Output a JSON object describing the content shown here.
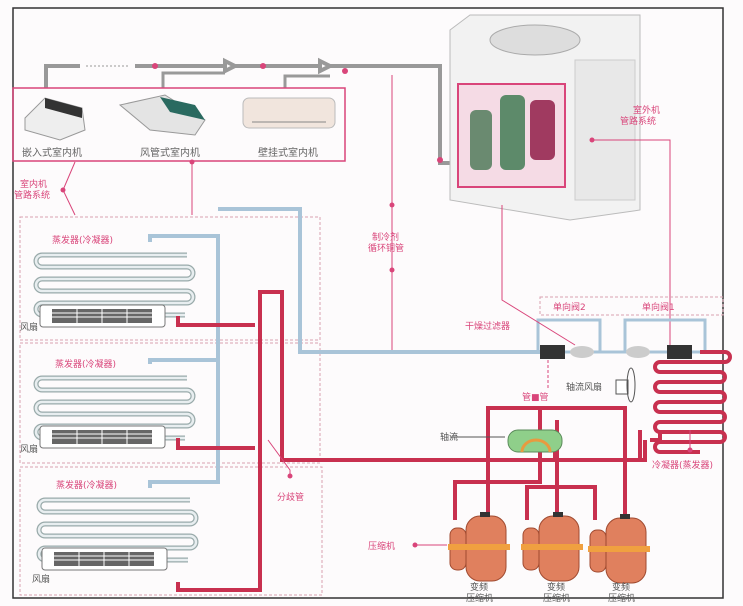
{
  "indoor_units": {
    "cassette": "嵌入式室内机",
    "ducted": "风管式室内机",
    "wall": "壁挂式室内机",
    "system_label": [
      "室内机",
      "管路系统"
    ]
  },
  "outdoor_unit": {
    "system_label": [
      "室外机",
      "管路系统"
    ]
  },
  "evaporators": [
    {
      "coil": "蒸发器(冷凝器)",
      "fan": "风扇"
    },
    {
      "coil": "蒸发器(冷凝器)",
      "fan": "风扇"
    },
    {
      "coil": "蒸发器(冷凝器)",
      "fan": "风扇"
    }
  ],
  "labels": {
    "refrigerant_pipe": [
      "制冷剂",
      "循环铜管"
    ],
    "dry_filter": "干燥过滤器",
    "check_valve_2": "单向阀2",
    "check_valve_1": "单向阀1",
    "axial_fan": "轴流风扇",
    "capillary": "管■管",
    "accumulator": "轴流",
    "condenser": "冷凝器(蒸发器)",
    "compressor": "压缩机",
    "branch_pipe": "分歧管",
    "inverter_compressors": [
      "变频",
      "变频",
      "变频"
    ],
    "inverter_compressors_sub": [
      "压缩机",
      "压缩机",
      "压缩机"
    ]
  },
  "colors": {
    "hot_pipe": "#c8304f",
    "cold_pipe": "#a9c4d8",
    "annotation": "#d9457a",
    "compressor": "#e0805e",
    "accumulator": "#8fcf8a"
  }
}
